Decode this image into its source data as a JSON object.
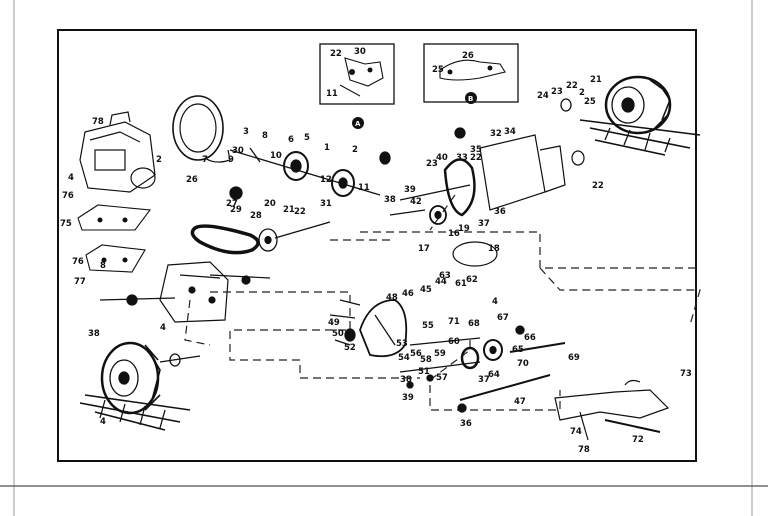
{
  "diagram": {
    "callouts": {
      "c1": "78",
      "c2": "2",
      "c3": "4",
      "c4": "76",
      "c5": "75",
      "c6": "76",
      "c7": "77",
      "c8": "8",
      "c9": "26",
      "c10": "7",
      "c11": "9",
      "c12": "3",
      "c13": "8",
      "c14": "6",
      "c15": "5",
      "c16": "30",
      "c17": "10",
      "c18": "1",
      "c19": "2",
      "c20": "12",
      "c21": "11",
      "c22": "29",
      "c23": "27",
      "c24": "20",
      "c25": "28",
      "c26": "21",
      "c27": "31",
      "c28": "22",
      "c29": "39",
      "c30": "42",
      "c31": "38",
      "c32": "23",
      "c33": "40",
      "c34": "33",
      "c35": "22",
      "c36": "35",
      "c37": "36",
      "c38": "34",
      "c39": "37",
      "c40": "19",
      "c41": "17",
      "c42": "16",
      "c43": "18",
      "c44": "32",
      "c45": "24",
      "c46": "23",
      "c47": "22",
      "c48": "21",
      "c49": "25",
      "c50": "2",
      "c51": "22",
      "c52": "22",
      "c53": "30",
      "c54": "11",
      "c55": "26",
      "c56": "25",
      "c57": "44",
      "c58": "45",
      "c59": "46",
      "c60": "48",
      "c61": "49",
      "c62": "50",
      "c63": "52",
      "c64": "53",
      "c65": "54",
      "c66": "56",
      "c67": "58",
      "c68": "59",
      "c69": "60",
      "c70": "61",
      "c71": "62",
      "c72": "63",
      "c73": "4",
      "c74": "71",
      "c75": "67",
      "c76": "66",
      "c77": "70",
      "c78": "65",
      "c79": "69",
      "c80": "68",
      "c81": "55",
      "c82": "64",
      "c83": "57",
      "c84": "51",
      "c85": "47",
      "c86": "36",
      "c87": "37",
      "c88": "38",
      "c89": "39",
      "c90": "4",
      "c91": "38",
      "c92": "73",
      "c93": "74",
      "c94": "72",
      "c95": "78",
      "c96": "4"
    },
    "insets": {
      "a_label": "A",
      "b_label": "B"
    }
  }
}
